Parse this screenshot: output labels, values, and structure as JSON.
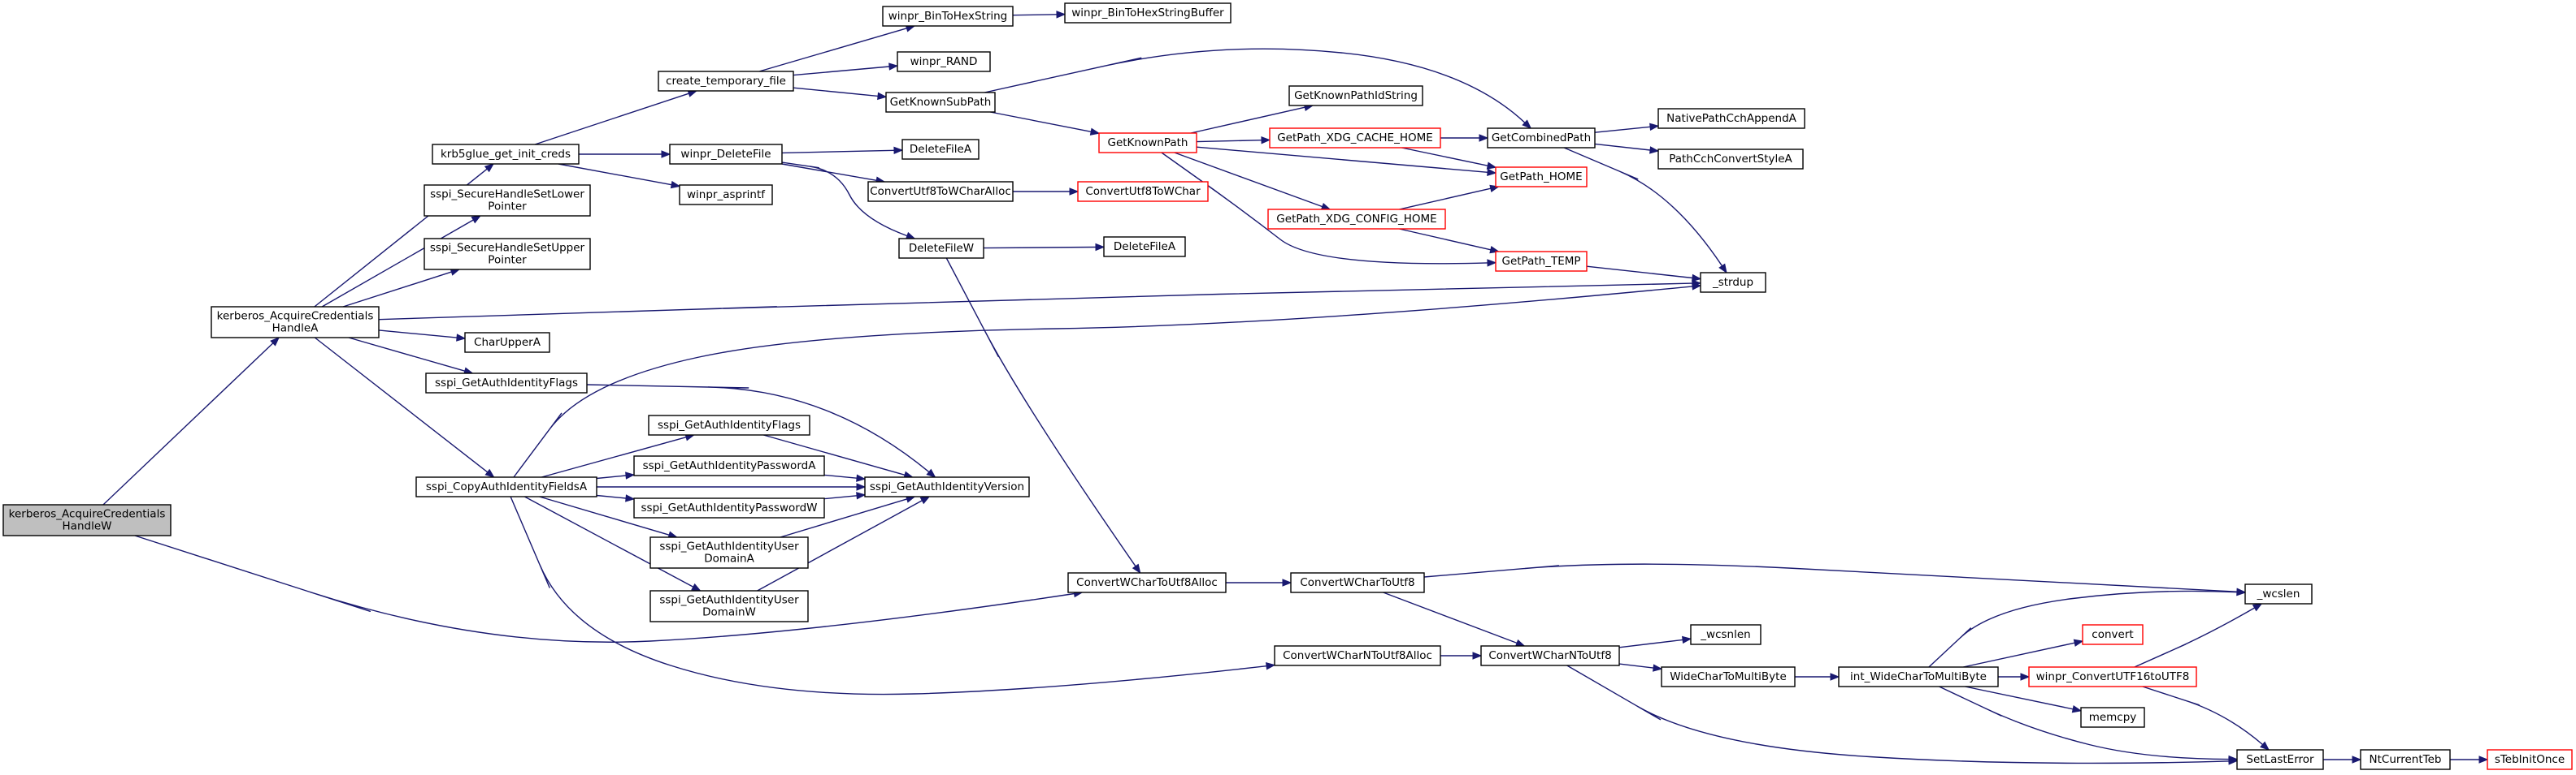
{
  "graph": {
    "colors": {
      "edge": "#191970",
      "node_border": "#000000",
      "truncated_border": "#ff0000",
      "root_fill": "#bfbfbf",
      "node_fill": "#ffffff"
    },
    "nodes": [
      {
        "id": "kerberos_AcquireCredentialsHandleW",
        "lines": [
          "kerberos_AcquireCredentials",
          "HandleW"
        ],
        "style": "root"
      },
      {
        "id": "kerberos_AcquireCredentialsHandleA",
        "lines": [
          "kerberos_AcquireCredentials",
          "HandleA"
        ],
        "style": "normal"
      },
      {
        "id": "krb5glue_get_init_creds",
        "lines": [
          "krb5glue_get_init_creds"
        ],
        "style": "normal"
      },
      {
        "id": "sspi_SecureHandleSetLowerPointer",
        "lines": [
          "sspi_SecureHandleSetLower",
          "Pointer"
        ],
        "style": "normal"
      },
      {
        "id": "sspi_SecureHandleSetUpperPointer",
        "lines": [
          "sspi_SecureHandleSetUpper",
          "Pointer"
        ],
        "style": "normal"
      },
      {
        "id": "CharUpperA",
        "lines": [
          "CharUpperA"
        ],
        "style": "normal"
      },
      {
        "id": "sspi_GetAuthIdentityFlags_a",
        "lines": [
          "sspi_GetAuthIdentityFlags"
        ],
        "style": "normal"
      },
      {
        "id": "sspi_CopyAuthIdentityFieldsA",
        "lines": [
          "sspi_CopyAuthIdentityFieldsA"
        ],
        "style": "normal"
      },
      {
        "id": "create_temporary_file",
        "lines": [
          "create_temporary_file"
        ],
        "style": "normal"
      },
      {
        "id": "winpr_DeleteFile",
        "lines": [
          "winpr_DeleteFile"
        ],
        "style": "normal"
      },
      {
        "id": "winpr_asprintf",
        "lines": [
          "winpr_asprintf"
        ],
        "style": "normal"
      },
      {
        "id": "sspi_GetAuthIdentityFlags_b",
        "lines": [
          "sspi_GetAuthIdentityFlags"
        ],
        "style": "normal"
      },
      {
        "id": "sspi_GetAuthIdentityPasswordA",
        "lines": [
          "sspi_GetAuthIdentityPasswordA"
        ],
        "style": "normal"
      },
      {
        "id": "sspi_GetAuthIdentityPasswordW",
        "lines": [
          "sspi_GetAuthIdentityPasswordW"
        ],
        "style": "normal"
      },
      {
        "id": "sspi_GetAuthIdentityUserDomainA",
        "lines": [
          "sspi_GetAuthIdentityUser",
          "DomainA"
        ],
        "style": "normal"
      },
      {
        "id": "sspi_GetAuthIdentityUserDomainW",
        "lines": [
          "sspi_GetAuthIdentityUser",
          "DomainW"
        ],
        "style": "normal"
      },
      {
        "id": "sspi_GetAuthIdentityVersion",
        "lines": [
          "sspi_GetAuthIdentityVersion"
        ],
        "style": "normal"
      },
      {
        "id": "winpr_BinToHexString",
        "lines": [
          "winpr_BinToHexString"
        ],
        "style": "normal"
      },
      {
        "id": "winpr_BinToHexStringBuffer",
        "lines": [
          "winpr_BinToHexStringBuffer"
        ],
        "style": "normal"
      },
      {
        "id": "winpr_RAND",
        "lines": [
          "winpr_RAND"
        ],
        "style": "normal"
      },
      {
        "id": "GetKnownSubPath",
        "lines": [
          "GetKnownSubPath"
        ],
        "style": "normal"
      },
      {
        "id": "DeleteFileA_1",
        "lines": [
          "DeleteFileA"
        ],
        "style": "normal"
      },
      {
        "id": "ConvertUtf8ToWCharAlloc",
        "lines": [
          "ConvertUtf8ToWCharAlloc"
        ],
        "style": "normal"
      },
      {
        "id": "ConvertUtf8ToWChar",
        "lines": [
          "ConvertUtf8ToWChar"
        ],
        "style": "truncated"
      },
      {
        "id": "DeleteFileW",
        "lines": [
          "DeleteFileW"
        ],
        "style": "normal"
      },
      {
        "id": "DeleteFileA_2",
        "lines": [
          "DeleteFileA"
        ],
        "style": "normal"
      },
      {
        "id": "GetKnownPath",
        "lines": [
          "GetKnownPath"
        ],
        "style": "truncated"
      },
      {
        "id": "GetKnownPathIdString",
        "lines": [
          "GetKnownPathIdString"
        ],
        "style": "normal"
      },
      {
        "id": "GetPath_XDG_CACHE_HOME",
        "lines": [
          "GetPath_XDG_CACHE_HOME"
        ],
        "style": "truncated"
      },
      {
        "id": "GetPath_XDG_CONFIG_HOME",
        "lines": [
          "GetPath_XDG_CONFIG_HOME"
        ],
        "style": "truncated"
      },
      {
        "id": "GetCombinedPath",
        "lines": [
          "GetCombinedPath"
        ],
        "style": "normal"
      },
      {
        "id": "GetPath_HOME",
        "lines": [
          "GetPath_HOME"
        ],
        "style": "truncated"
      },
      {
        "id": "GetPath_TEMP",
        "lines": [
          "GetPath_TEMP"
        ],
        "style": "truncated"
      },
      {
        "id": "NativePathCchAppendA",
        "lines": [
          "NativePathCchAppendA"
        ],
        "style": "normal"
      },
      {
        "id": "PathCchConvertStyleA",
        "lines": [
          "PathCchConvertStyleA"
        ],
        "style": "normal"
      },
      {
        "id": "_strdup",
        "lines": [
          "_strdup"
        ],
        "style": "normal"
      },
      {
        "id": "ConvertWCharToUtf8Alloc",
        "lines": [
          "ConvertWCharToUtf8Alloc"
        ],
        "style": "normal"
      },
      {
        "id": "ConvertWCharToUtf8",
        "lines": [
          "ConvertWCharToUtf8"
        ],
        "style": "normal"
      },
      {
        "id": "ConvertWCharNToUtf8Alloc",
        "lines": [
          "ConvertWCharNToUtf8Alloc"
        ],
        "style": "normal"
      },
      {
        "id": "ConvertWCharNToUtf8",
        "lines": [
          "ConvertWCharNToUtf8"
        ],
        "style": "normal"
      },
      {
        "id": "_wcsnlen",
        "lines": [
          "_wcsnlen"
        ],
        "style": "normal"
      },
      {
        "id": "WideCharToMultiByte",
        "lines": [
          "WideCharToMultiByte"
        ],
        "style": "normal"
      },
      {
        "id": "int_WideCharToMultiByte",
        "lines": [
          "int_WideCharToMultiByte"
        ],
        "style": "normal"
      },
      {
        "id": "convert",
        "lines": [
          "convert"
        ],
        "style": "truncated"
      },
      {
        "id": "winpr_ConvertUTF16toUTF8",
        "lines": [
          "winpr_ConvertUTF16toUTF8"
        ],
        "style": "truncated"
      },
      {
        "id": "memcpy",
        "lines": [
          "memcpy"
        ],
        "style": "normal"
      },
      {
        "id": "_wcslen",
        "lines": [
          "_wcslen"
        ],
        "style": "normal"
      },
      {
        "id": "SetLastError",
        "lines": [
          "SetLastError"
        ],
        "style": "normal"
      },
      {
        "id": "NtCurrentTeb",
        "lines": [
          "NtCurrentTeb"
        ],
        "style": "normal"
      },
      {
        "id": "sTebInitOnce",
        "lines": [
          "sTebInitOnce"
        ],
        "style": "truncated"
      }
    ],
    "edges": [
      {
        "from": "kerberos_AcquireCredentialsHandleW",
        "to": "kerberos_AcquireCredentialsHandleA"
      },
      {
        "from": "kerberos_AcquireCredentialsHandleW",
        "to": "ConvertWCharToUtf8Alloc"
      },
      {
        "from": "kerberos_AcquireCredentialsHandleA",
        "to": "krb5glue_get_init_creds"
      },
      {
        "from": "kerberos_AcquireCredentialsHandleA",
        "to": "sspi_SecureHandleSetLowerPointer"
      },
      {
        "from": "kerberos_AcquireCredentialsHandleA",
        "to": "sspi_SecureHandleSetUpperPointer"
      },
      {
        "from": "kerberos_AcquireCredentialsHandleA",
        "to": "CharUpperA"
      },
      {
        "from": "kerberos_AcquireCredentialsHandleA",
        "to": "sspi_GetAuthIdentityFlags_a"
      },
      {
        "from": "kerberos_AcquireCredentialsHandleA",
        "to": "sspi_CopyAuthIdentityFieldsA"
      },
      {
        "from": "kerberos_AcquireCredentialsHandleA",
        "to": "_strdup"
      },
      {
        "from": "krb5glue_get_init_creds",
        "to": "create_temporary_file"
      },
      {
        "from": "krb5glue_get_init_creds",
        "to": "winpr_DeleteFile"
      },
      {
        "from": "krb5glue_get_init_creds",
        "to": "winpr_asprintf"
      },
      {
        "from": "create_temporary_file",
        "to": "winpr_BinToHexString"
      },
      {
        "from": "create_temporary_file",
        "to": "winpr_RAND"
      },
      {
        "from": "create_temporary_file",
        "to": "GetKnownSubPath"
      },
      {
        "from": "winpr_BinToHexString",
        "to": "winpr_BinToHexStringBuffer"
      },
      {
        "from": "GetKnownSubPath",
        "to": "GetKnownPath"
      },
      {
        "from": "GetKnownSubPath",
        "to": "GetCombinedPath"
      },
      {
        "from": "winpr_DeleteFile",
        "to": "DeleteFileA_1"
      },
      {
        "from": "winpr_DeleteFile",
        "to": "ConvertUtf8ToWCharAlloc"
      },
      {
        "from": "winpr_DeleteFile",
        "to": "DeleteFileW"
      },
      {
        "from": "ConvertUtf8ToWCharAlloc",
        "to": "ConvertUtf8ToWChar"
      },
      {
        "from": "DeleteFileW",
        "to": "DeleteFileA_2"
      },
      {
        "from": "DeleteFileW",
        "to": "ConvertWCharToUtf8Alloc"
      },
      {
        "from": "GetKnownPath",
        "to": "GetKnownPathIdString"
      },
      {
        "from": "GetKnownPath",
        "to": "GetPath_XDG_CACHE_HOME"
      },
      {
        "from": "GetKnownPath",
        "to": "GetPath_HOME"
      },
      {
        "from": "GetKnownPath",
        "to": "GetPath_XDG_CONFIG_HOME"
      },
      {
        "from": "GetKnownPath",
        "to": "GetPath_TEMP"
      },
      {
        "from": "GetPath_XDG_CACHE_HOME",
        "to": "GetCombinedPath"
      },
      {
        "from": "GetPath_XDG_CACHE_HOME",
        "to": "GetPath_HOME"
      },
      {
        "from": "GetPath_XDG_CONFIG_HOME",
        "to": "GetPath_HOME"
      },
      {
        "from": "GetPath_XDG_CONFIG_HOME",
        "to": "GetPath_TEMP"
      },
      {
        "from": "GetCombinedPath",
        "to": "NativePathCchAppendA"
      },
      {
        "from": "GetCombinedPath",
        "to": "PathCchConvertStyleA"
      },
      {
        "from": "GetCombinedPath",
        "to": "_strdup"
      },
      {
        "from": "GetPath_TEMP",
        "to": "_strdup"
      },
      {
        "from": "sspi_CopyAuthIdentityFieldsA",
        "to": "sspi_GetAuthIdentityFlags_b"
      },
      {
        "from": "sspi_CopyAuthIdentityFieldsA",
        "to": "sspi_GetAuthIdentityPasswordA"
      },
      {
        "from": "sspi_CopyAuthIdentityFieldsA",
        "to": "sspi_GetAuthIdentityPasswordW"
      },
      {
        "from": "sspi_CopyAuthIdentityFieldsA",
        "to": "sspi_GetAuthIdentityVersion"
      },
      {
        "from": "sspi_CopyAuthIdentityFieldsA",
        "to": "sspi_GetAuthIdentityUserDomainA"
      },
      {
        "from": "sspi_CopyAuthIdentityFieldsA",
        "to": "sspi_GetAuthIdentityUserDomainW"
      },
      {
        "from": "sspi_CopyAuthIdentityFieldsA",
        "to": "_strdup"
      },
      {
        "from": "sspi_CopyAuthIdentityFieldsA",
        "to": "ConvertWCharNToUtf8Alloc"
      },
      {
        "from": "sspi_GetAuthIdentityFlags_a",
        "to": "sspi_GetAuthIdentityVersion"
      },
      {
        "from": "sspi_GetAuthIdentityFlags_b",
        "to": "sspi_GetAuthIdentityVersion"
      },
      {
        "from": "sspi_GetAuthIdentityPasswordA",
        "to": "sspi_GetAuthIdentityVersion"
      },
      {
        "from": "sspi_GetAuthIdentityPasswordW",
        "to": "sspi_GetAuthIdentityVersion"
      },
      {
        "from": "sspi_GetAuthIdentityUserDomainA",
        "to": "sspi_GetAuthIdentityVersion"
      },
      {
        "from": "sspi_GetAuthIdentityUserDomainW",
        "to": "sspi_GetAuthIdentityVersion"
      },
      {
        "from": "ConvertWCharToUtf8Alloc",
        "to": "ConvertWCharToUtf8"
      },
      {
        "from": "ConvertWCharToUtf8",
        "to": "_wcslen"
      },
      {
        "from": "ConvertWCharToUtf8",
        "to": "ConvertWCharNToUtf8"
      },
      {
        "from": "ConvertWCharNToUtf8Alloc",
        "to": "ConvertWCharNToUtf8"
      },
      {
        "from": "ConvertWCharNToUtf8",
        "to": "_wcsnlen"
      },
      {
        "from": "ConvertWCharNToUtf8",
        "to": "WideCharToMultiByte"
      },
      {
        "from": "ConvertWCharNToUtf8",
        "to": "SetLastError"
      },
      {
        "from": "WideCharToMultiByte",
        "to": "int_WideCharToMultiByte"
      },
      {
        "from": "int_WideCharToMultiByte",
        "to": "_wcslen"
      },
      {
        "from": "int_WideCharToMultiByte",
        "to": "convert"
      },
      {
        "from": "int_WideCharToMultiByte",
        "to": "winpr_ConvertUTF16toUTF8"
      },
      {
        "from": "int_WideCharToMultiByte",
        "to": "memcpy"
      },
      {
        "from": "int_WideCharToMultiByte",
        "to": "SetLastError"
      },
      {
        "from": "winpr_ConvertUTF16toUTF8",
        "to": "_wcslen"
      },
      {
        "from": "winpr_ConvertUTF16toUTF8",
        "to": "SetLastError"
      },
      {
        "from": "SetLastError",
        "to": "NtCurrentTeb"
      },
      {
        "from": "NtCurrentTeb",
        "to": "sTebInitOnce"
      }
    ]
  }
}
